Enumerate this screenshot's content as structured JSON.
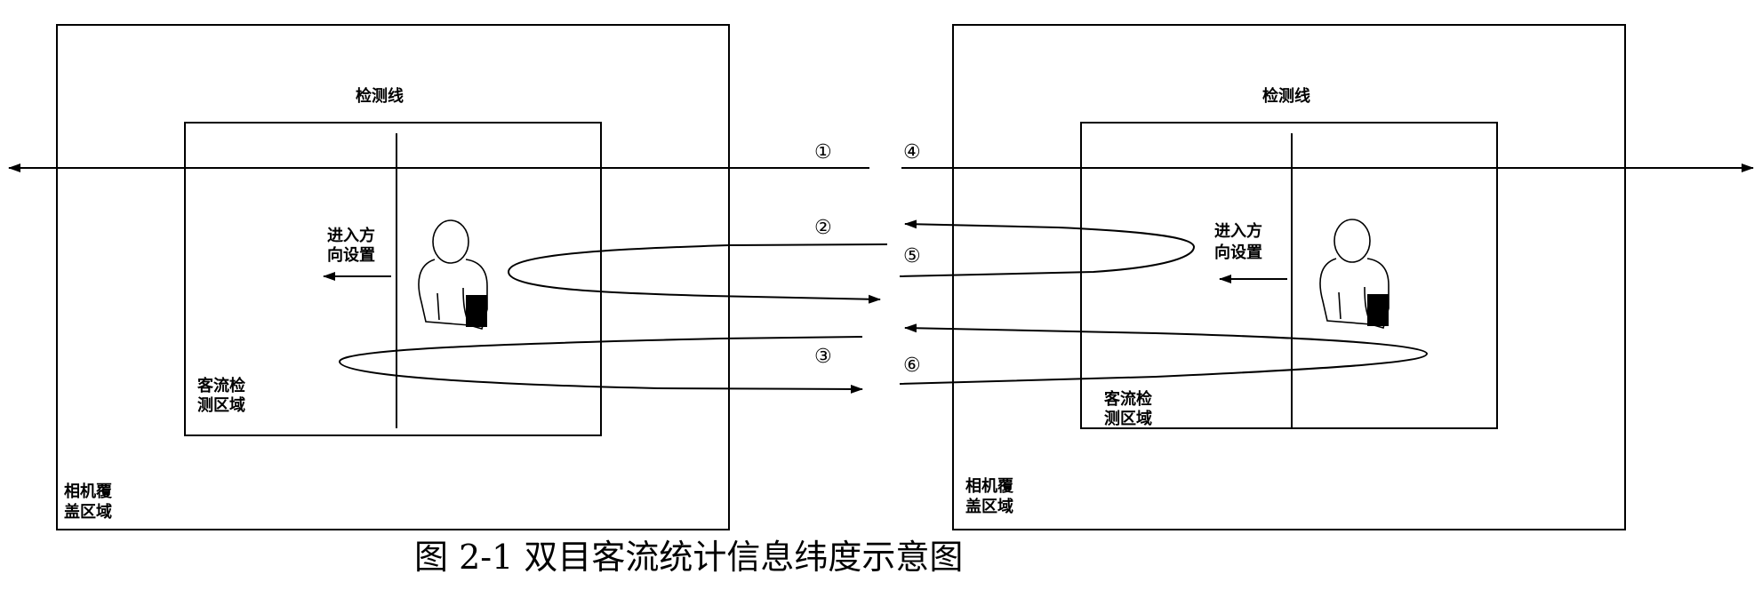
{
  "left_panel": {
    "detection_line_label": "检测线",
    "entry_direction_label_1": "进入方",
    "entry_direction_label_2": "向设置",
    "detection_area_label_1": "客流检",
    "detection_area_label_2": "测区域",
    "camera_coverage_label_1": "相机覆",
    "camera_coverage_label_2": "盖区域"
  },
  "right_panel": {
    "detection_line_label": "检测线",
    "entry_direction_label_1": "进入方",
    "entry_direction_label_2": "向设置",
    "detection_area_label_1": "客流检",
    "detection_area_label_2": "测区域",
    "camera_coverage_label_1": "相机覆",
    "camera_coverage_label_2": "盖区域"
  },
  "path_markers": [
    "①",
    "②",
    "③",
    "④",
    "⑤",
    "⑥"
  ],
  "caption": "图 2-1 双目客流统计信息纬度示意图"
}
